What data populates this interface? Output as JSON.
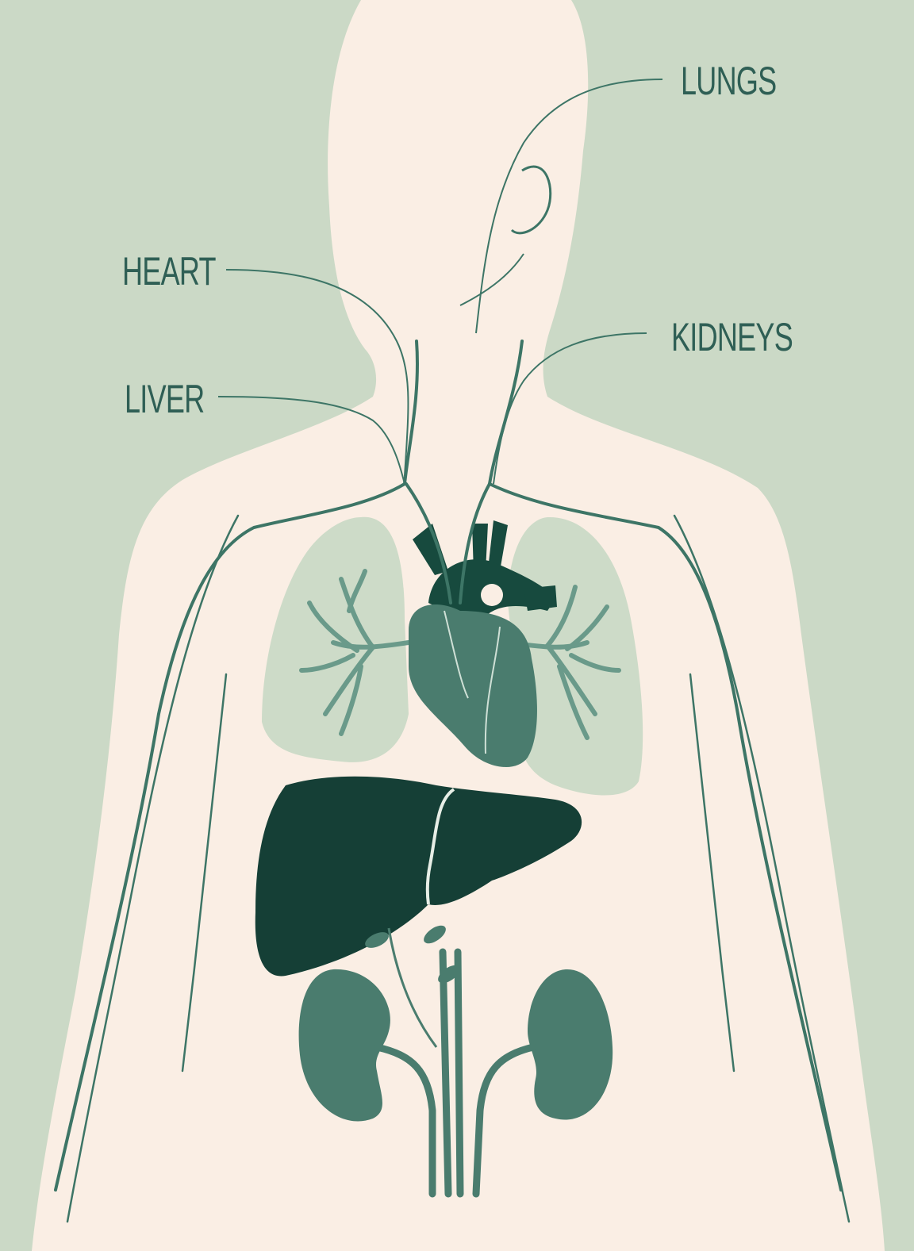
{
  "labels": {
    "lungs": "LUNGS",
    "heart": "HEART",
    "kidneys": "KIDNEYS",
    "liver": "LIVER"
  },
  "colors": {
    "background": "#cbd9c6",
    "body": "#faeee4",
    "lung": "#cddbc8",
    "organ_dark": "#153f36",
    "organ_mid": "#4a7c6e",
    "vessel": "#3d7566",
    "text": "#2f5f55"
  }
}
